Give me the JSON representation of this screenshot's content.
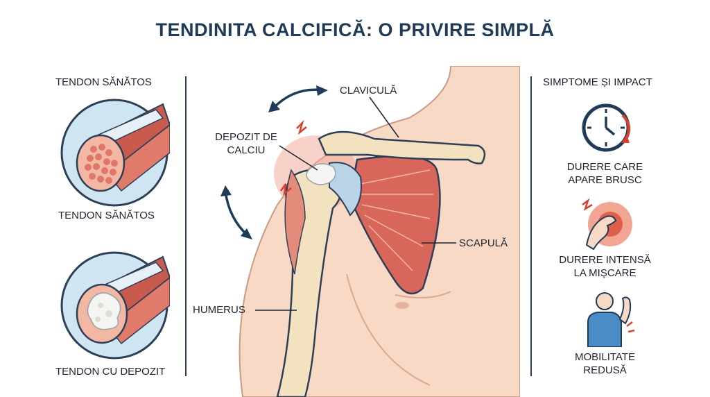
{
  "title": "TENDINITA CALCIFICĂ: O PRIVIRE SIMPLĂ",
  "left_panel": {
    "header": "TENDON SĂNĂTOS",
    "healthy_caption": "TENDON SĂNĂTOS",
    "deposit_caption": "TENDON CU DEPOZIT"
  },
  "center_panel": {
    "labels": {
      "clavicle": "CLAVICULĂ",
      "deposit_line1": "DEPOZIT DE",
      "deposit_line2": "CALCIU",
      "scapula": "SCAPULĂ",
      "humerus": "HUMERUS"
    }
  },
  "right_panel": {
    "header": "SIMPTOME ȘI IMPACT",
    "symptoms": [
      {
        "icon": "clock-icon",
        "line1": "DURERE CARE",
        "line2": "APARE BRUSC"
      },
      {
        "icon": "shoulder-pain-icon",
        "line1": "DURERE INTENSĂ",
        "line2": "LA MIȘCARE"
      },
      {
        "icon": "limited-mobility-icon",
        "line1": "MOBILITATE",
        "line2": "REDUSĂ"
      }
    ]
  },
  "colors": {
    "title": "#1f3b57",
    "skin": "#f7d9c6",
    "muscle": "#d9665a",
    "bone": "#f3e2c0",
    "circle_bg": "#cfe5f2",
    "accent_red": "#d9412e",
    "divider": "#2d3f57"
  }
}
